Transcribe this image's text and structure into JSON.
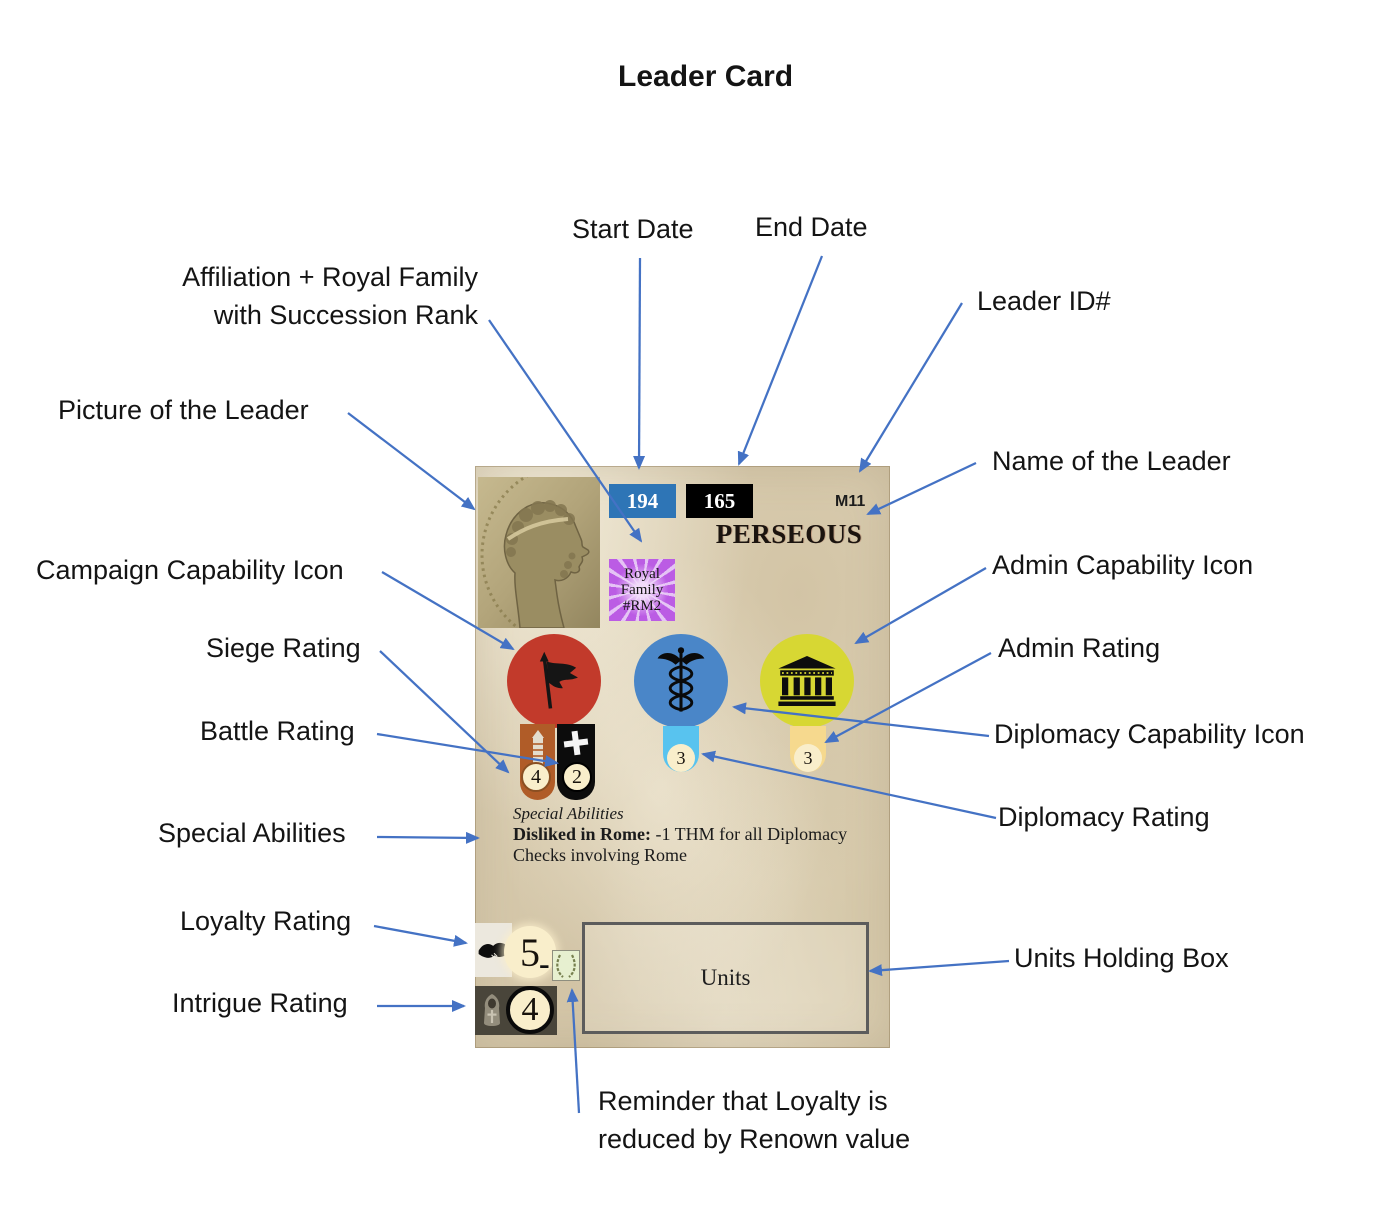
{
  "title": "Leader Card",
  "annotations": {
    "start_date": "Start Date",
    "end_date": "End Date",
    "affiliation_line1": "Affiliation + Royal Family",
    "affiliation_line2": "with Succession Rank",
    "leader_id": "Leader ID#",
    "picture": "Picture of the Leader",
    "name": "Name of the Leader",
    "campaign_icon": "Campaign Capability Icon",
    "admin_icon": "Admin Capability Icon",
    "siege_rating": "Siege Rating",
    "admin_rating": "Admin Rating",
    "battle_rating": "Battle Rating",
    "diplomacy_icon": "Diplomacy Capability Icon",
    "special_abilities": "Special Abilities",
    "diplomacy_rating": "Diplomacy Rating",
    "loyalty_rating": "Loyalty Rating",
    "units_box": "Units Holding Box",
    "intrigue_rating": "Intrigue Rating",
    "reminder_line1": "Reminder that Loyalty is",
    "reminder_line2": "reduced by Renown value"
  },
  "card": {
    "start_date": "194",
    "end_date": "165",
    "leader_id": "M11",
    "name": "PERSEOUS",
    "affiliation": {
      "line1": "Royal",
      "line2": "Family",
      "line3": "#RM2"
    },
    "ratings": {
      "siege": "4",
      "battle": "2",
      "diplomacy": "3",
      "admin": "3",
      "loyalty": "5",
      "loyalty_reduction_mark": "-",
      "intrigue": "4"
    },
    "special_abilities": {
      "heading": "Special Abilities",
      "ability_name": "Disliked in Rome:",
      "ability_text": " -1 THM for all Diplomacy",
      "ability_text_line2": "Checks involving Rome"
    },
    "units_box_label": "Units",
    "icons": {
      "portrait": "coin-portrait",
      "affiliation": "vergina-sun-icon",
      "campaign": "flag-icon",
      "diplomacy": "caduceus-icon",
      "admin": "temple-icon",
      "siege": "siege-tower-icon",
      "battle": "crossed-weapons-icon",
      "loyalty": "handshake-icon",
      "loyalty_reduction": "laurel-wreath-icon",
      "intrigue": "hooded-figure-icon"
    },
    "colors": {
      "arrow": "#4472c4",
      "parchment": "#ddd1b6",
      "start_date_bg": "#2e75b6",
      "end_date_bg": "#000000",
      "affiliation_bg": "#bb5ce4",
      "campaign_circle": "#c23a2b",
      "diplomacy_circle": "#4a86c8",
      "admin_circle": "#d7d733",
      "siege_ribbon": "#b05c28",
      "battle_ribbon": "#0c0c0c",
      "diplomacy_tab": "#58c3ef",
      "admin_tab": "#f6d98e",
      "badge_fill": "#f9eecb"
    }
  }
}
